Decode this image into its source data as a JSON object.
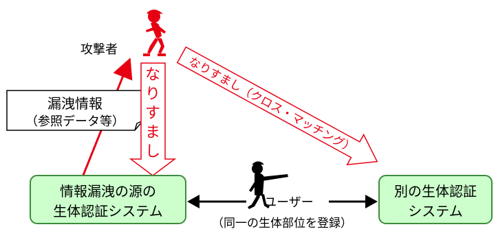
{
  "attacker": {
    "label": "攻撃者"
  },
  "leak_note": {
    "line1": "漏洩情報",
    "line2": "（参照データ等）"
  },
  "vertical_impersonation": {
    "chars": [
      "な",
      "り",
      "す",
      "ま",
      "し"
    ]
  },
  "diagonal_impersonation": {
    "label": "なりすまし（クロス・マッチング）"
  },
  "source_system": {
    "line1": "情報漏洩の源の",
    "line2": "生体認証システム"
  },
  "other_system": {
    "line1": "別の生体認証",
    "line2": "システム"
  },
  "user": {
    "label": "ユーザー",
    "note": "（同一の生体部位を登録）"
  },
  "colors": {
    "red": "#e60012",
    "box_fill": "#ccffcc",
    "box_stroke": "#3d8b3d",
    "note_fill": "#ffffff"
  },
  "icons": {
    "attacker": "running-person-red",
    "user": "pointing-person-black"
  }
}
